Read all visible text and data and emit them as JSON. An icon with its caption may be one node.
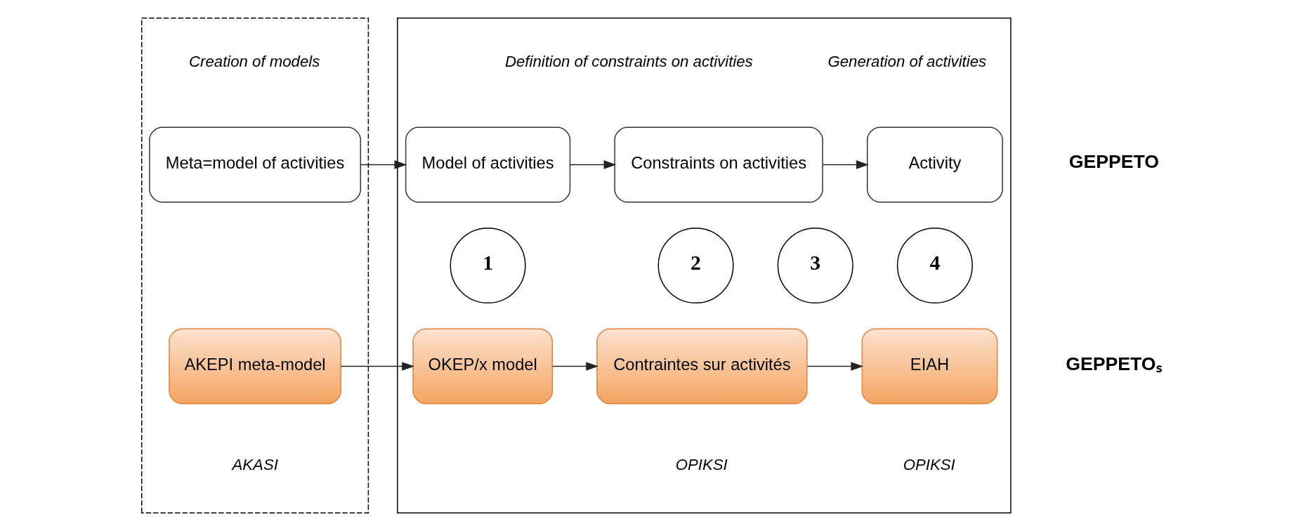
{
  "diagram": {
    "nodes": [
      {
        "text": [],
        "shape": "box"
      },
      {
        "text": [
          "Meta=model of activities"
        ],
        "in": 0
      },
      {
        "text": [
          "AKEPI meta-model"
        ],
        "in": 0
      },
      {
        "text": [],
        "shape": "box"
      },
      {
        "text": [
          "Model of activities"
        ],
        "in": 3
      },
      {
        "text": [
          "Constraints on activities"
        ],
        "in": 3
      },
      {
        "text": [
          "Activity"
        ],
        "in": 3
      },
      {
        "text": [
          "OKEP/x model"
        ],
        "in": 3
      },
      {
        "text": [
          "Contraintes sur activités"
        ],
        "in": 3
      },
      {
        "text": [
          "EIAH"
        ],
        "in": 3
      },
      {
        "text": [
          "1"
        ],
        "in": 3
      },
      {
        "text": [
          "2"
        ],
        "in": 3
      },
      {
        "text": [
          "3"
        ],
        "in": 3
      },
      {
        "text": [
          "4"
        ],
        "in": 3
      }
    ],
    "edges": [
      {
        "from": 1,
        "to": 4,
        "arrow": "to"
      },
      {
        "from": 4,
        "to": 5,
        "arrow": "to"
      },
      {
        "from": 5,
        "to": 6,
        "arrow": "to"
      },
      {
        "from": 2,
        "to": 7,
        "arrow": "to"
      },
      {
        "from": 7,
        "to": 8,
        "arrow": "to"
      },
      {
        "from": 8,
        "to": 9,
        "arrow": "to"
      }
    ],
    "labels": [
      "Creation of models",
      "Definition of constraints on activities",
      "Generation of activities",
      "GEPPETO",
      "GEPPETOₛ",
      "AKASI",
      "OPIKSI",
      "OPIKSI"
    ]
  }
}
